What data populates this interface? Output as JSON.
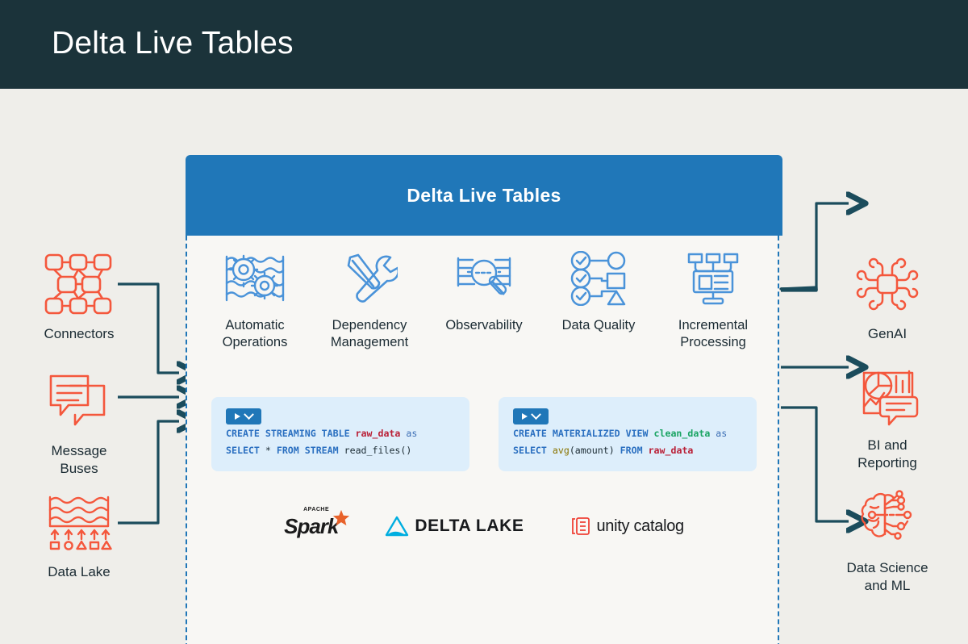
{
  "header": {
    "title": "Delta Live Tables"
  },
  "card": {
    "title": "Delta Live Tables",
    "features": [
      {
        "icon": "gears-waves-icon",
        "label": "Automatic\nOperations",
        "line1": "Automatic",
        "line2": "Operations"
      },
      {
        "icon": "screwdriver-wrench-icon",
        "label": "Dependency\nManagement",
        "line1": "Dependency",
        "line2": "Management"
      },
      {
        "icon": "magnifier-lines-icon",
        "label": "Observability",
        "line1": "Observability",
        "line2": ""
      },
      {
        "icon": "checklist-flow-icon",
        "label": "Data Quality",
        "line1": "Data Quality",
        "line2": ""
      },
      {
        "icon": "pipeline-monitor-icon",
        "label": "Incremental\nProcessing",
        "line1": "Incremental",
        "line2": "Processing"
      }
    ],
    "code_blocks": [
      {
        "name": "streaming-table-snippet",
        "run_button": "run-button",
        "line1": [
          {
            "t": "CREATE STREAMING TABLE ",
            "c": "kw"
          },
          {
            "t": "raw_data",
            "c": "id-red"
          },
          {
            "t": " as",
            "c": "kw2"
          }
        ],
        "line2": [
          {
            "t": "SELECT ",
            "c": "kw"
          },
          {
            "t": "* ",
            "c": "plain"
          },
          {
            "t": "FROM STREAM ",
            "c": "kw"
          },
          {
            "t": "read_files()",
            "c": "plain"
          }
        ]
      },
      {
        "name": "materialized-view-snippet",
        "run_button": "run-button",
        "line1": [
          {
            "t": "CREATE MATERIALIZED VIEW ",
            "c": "kw"
          },
          {
            "t": "clean_data",
            "c": "id-green"
          },
          {
            "t": " as",
            "c": "kw2"
          }
        ],
        "line2": [
          {
            "t": "SELECT ",
            "c": "kw"
          },
          {
            "t": "avg",
            "c": "id-olive"
          },
          {
            "t": "(amount) ",
            "c": "plain"
          },
          {
            "t": "FROM ",
            "c": "kw"
          },
          {
            "t": "raw_data",
            "c": "id-red"
          }
        ]
      }
    ],
    "logos": [
      {
        "name": "apache-spark-logo",
        "small": "APACHE",
        "text": "Spark"
      },
      {
        "name": "delta-lake-logo",
        "text": "DELTA LAKE"
      },
      {
        "name": "unity-catalog-logo",
        "text": "unity catalog"
      }
    ]
  },
  "sources": [
    {
      "icon": "connectors-icon",
      "line1": "Connectors",
      "line2": ""
    },
    {
      "icon": "message-buses-icon",
      "line1": "Message",
      "line2": "Buses"
    },
    {
      "icon": "data-lake-icon",
      "line1": "Data Lake",
      "line2": ""
    }
  ],
  "consumers": [
    {
      "icon": "genai-chip-icon",
      "line1": "GenAI",
      "line2": ""
    },
    {
      "icon": "bi-reporting-icon",
      "line1": "BI and",
      "line2": "Reporting"
    },
    {
      "icon": "brain-ml-icon",
      "line1": "Data Science",
      "line2": "and ML"
    }
  ],
  "colors": {
    "header_bg": "#1b333a",
    "canvas_bg": "#efeeea",
    "card_header_blue": "#2077b8",
    "card_body_bg": "#f8f7f4",
    "dashed_border": "#2077b8",
    "feature_icon_blue": "#4a93d9",
    "side_icon_orange": "#f4573c",
    "arrow_teal": "#1b4c5c",
    "code_bg": "#ddeefb",
    "text_dark": "#1b2b33"
  }
}
